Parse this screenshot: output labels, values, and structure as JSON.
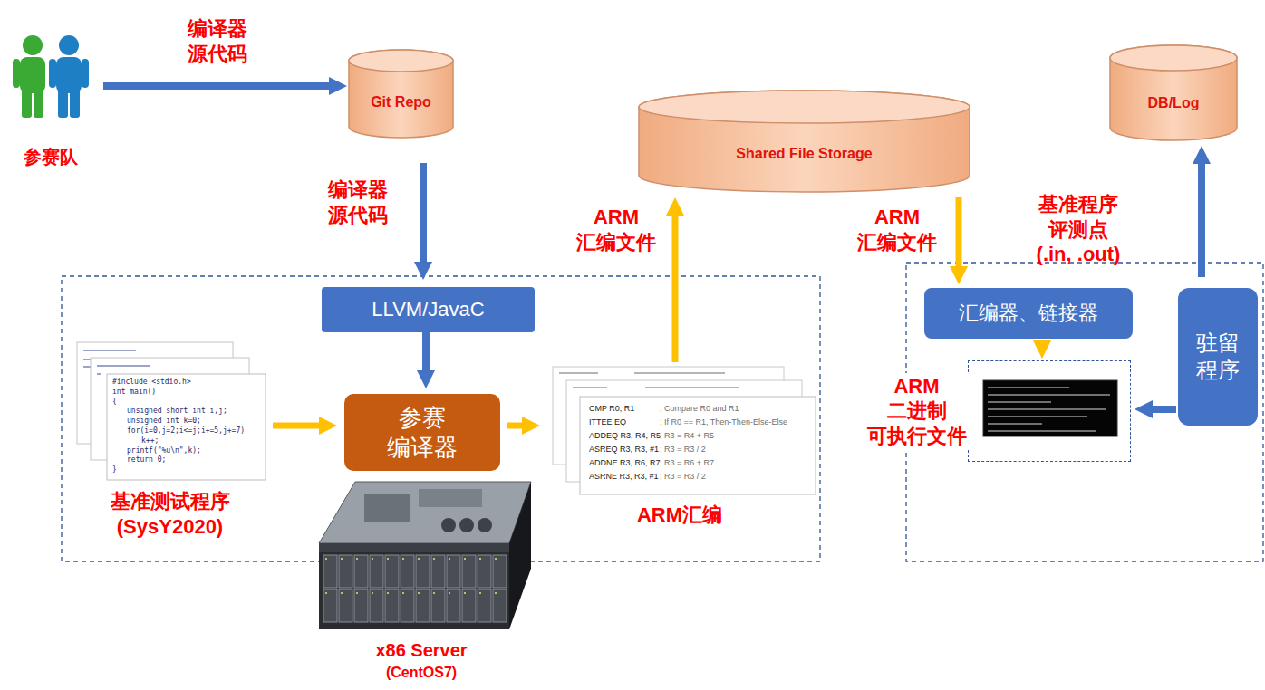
{
  "diagram": {
    "nodes": [
      {
        "text": [
          "参赛队"
        ]
      },
      {
        "text": [
          "Git Repo"
        ]
      },
      {
        "text": [
          "Shared File Storage"
        ]
      },
      {
        "text": [
          "DB/Log"
        ]
      },
      {
        "text": [
          "LLVM/JavaC"
        ]
      },
      {
        "text": [
          "基准测试程序 (SysY2020)"
        ]
      },
      {
        "text": [
          "参赛 编译器"
        ]
      },
      {
        "text": [
          "ARM汇编"
        ]
      },
      {
        "text": [
          "汇编器、链接器"
        ]
      },
      {
        "text": [
          "驻留程序"
        ]
      },
      {
        "text": [
          "ARM 二进制 可执行文件"
        ]
      }
    ],
    "edges": [
      {
        "from": 0,
        "to": 1,
        "arrow": "to",
        "label": "编译器 源代码"
      },
      {
        "from": 1,
        "to": 4,
        "arrow": "to",
        "label": "编译器 源代码"
      },
      {
        "from": 4,
        "to": 6,
        "arrow": "to"
      },
      {
        "from": 5,
        "to": 6,
        "arrow": "to"
      },
      {
        "from": 6,
        "to": 7,
        "arrow": "to"
      },
      {
        "from": 7,
        "to": 2,
        "arrow": "to",
        "label": "ARM 汇编文件"
      },
      {
        "from": 2,
        "to": 8,
        "arrow": "to",
        "label": "ARM 汇编文件"
      },
      {
        "from": 8,
        "to": 10,
        "arrow": "to"
      },
      {
        "from": 9,
        "to": 10,
        "arrow": "to"
      },
      {
        "from": 9,
        "to": 3,
        "arrow": "to"
      }
    ],
    "labels": [
      "#include <stdio.h>",
      "int main()",
      "{",
      "unsigned short int i,j;",
      "unsigned int k=0;",
      "for(i=0,j=2;i<=j;i+=5,j+=7)",
      "k++;",
      "printf(\"%u\\n\",k);",
      "return 0;",
      "}",
      "x86 Server",
      "(CentOS7)",
      "CMP R0, R1",
      "; Compare R0 and R1",
      "ITTEE EQ",
      "; If R0 == R1, Then-Then-Else-Else",
      "ADDEQ R3, R4, R5",
      "; R3 = R4 + R5",
      "ASREQ R3, R3, #1",
      "; R3 = R3 / 2",
      "ADDNE R3, R6, R7",
      "; R3 = R6 + R7",
      "ASRNE R3, R3, #1",
      "; R3 = R3 / 2",
      "基准程序 评测点 (.in, .out)"
    ]
  }
}
